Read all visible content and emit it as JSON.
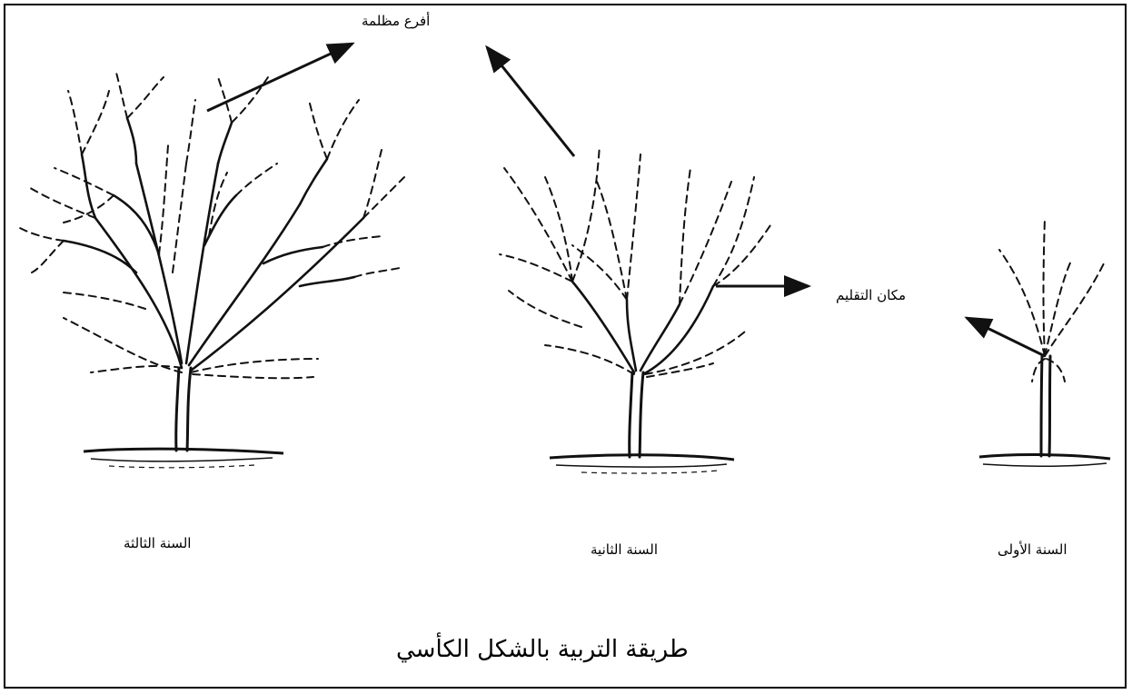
{
  "labels": {
    "main_branches": "أفرع مظلمة",
    "pruning_place": "مكان التقليم",
    "third_year": "السنة الثالثة",
    "second_year": "السنة الثانية",
    "first_year": "السنة الأولى",
    "title": "طريقة التربية بالشكل الكأسي"
  },
  "colors": {
    "ink": "#111111",
    "background": "#ffffff"
  }
}
